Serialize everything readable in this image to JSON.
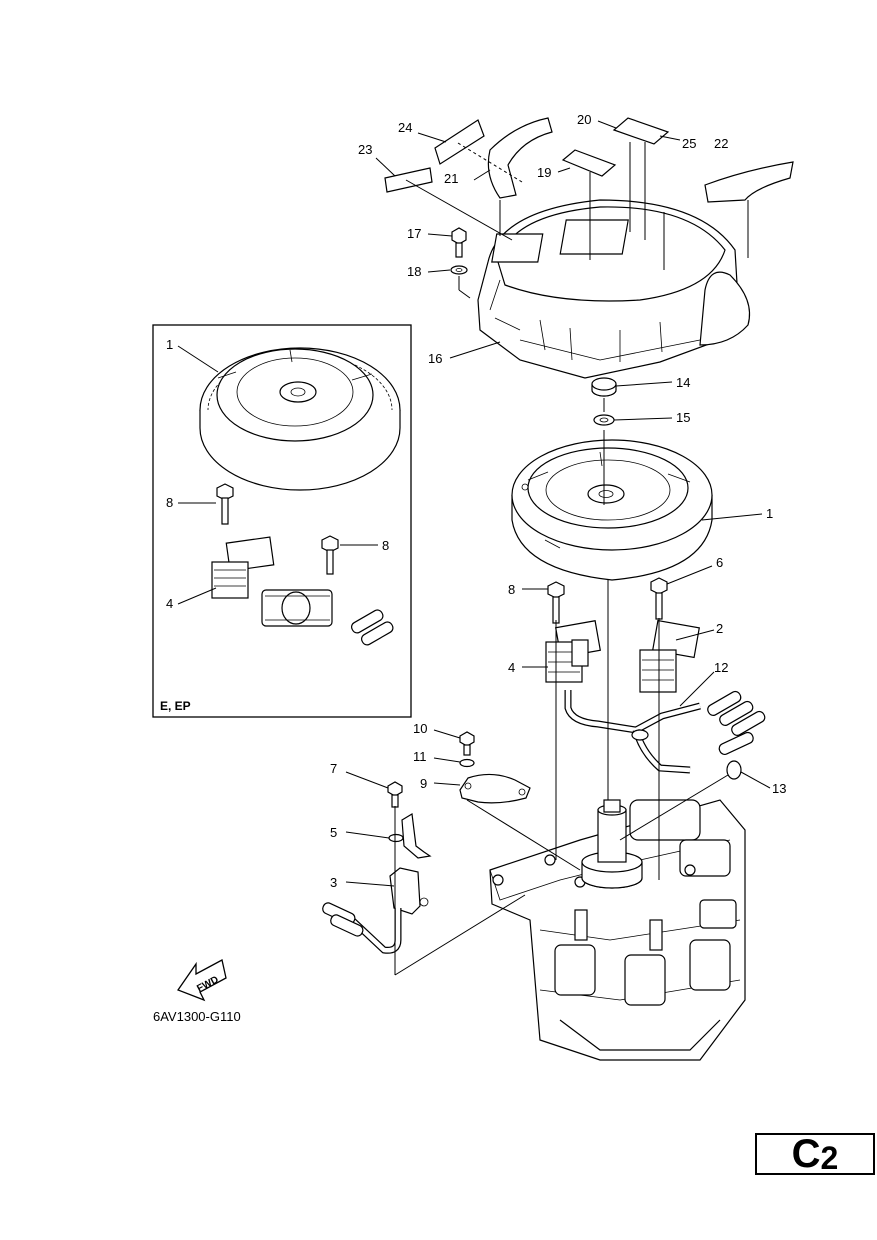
{
  "diagram_code": "6AV1300-G110",
  "inset_label": "E, EP",
  "fwd_label": "FWD",
  "page_tab": {
    "letter": "C",
    "number": "2"
  },
  "callouts": [
    "1",
    "2",
    "3",
    "4",
    "5",
    "6",
    "7",
    "8",
    "9",
    "10",
    "11",
    "12",
    "13",
    "14",
    "15",
    "16",
    "17",
    "18",
    "19",
    "20",
    "21",
    "22",
    "23",
    "24",
    "25"
  ],
  "inset_callouts": [
    "1",
    "8",
    "8",
    "4"
  ]
}
